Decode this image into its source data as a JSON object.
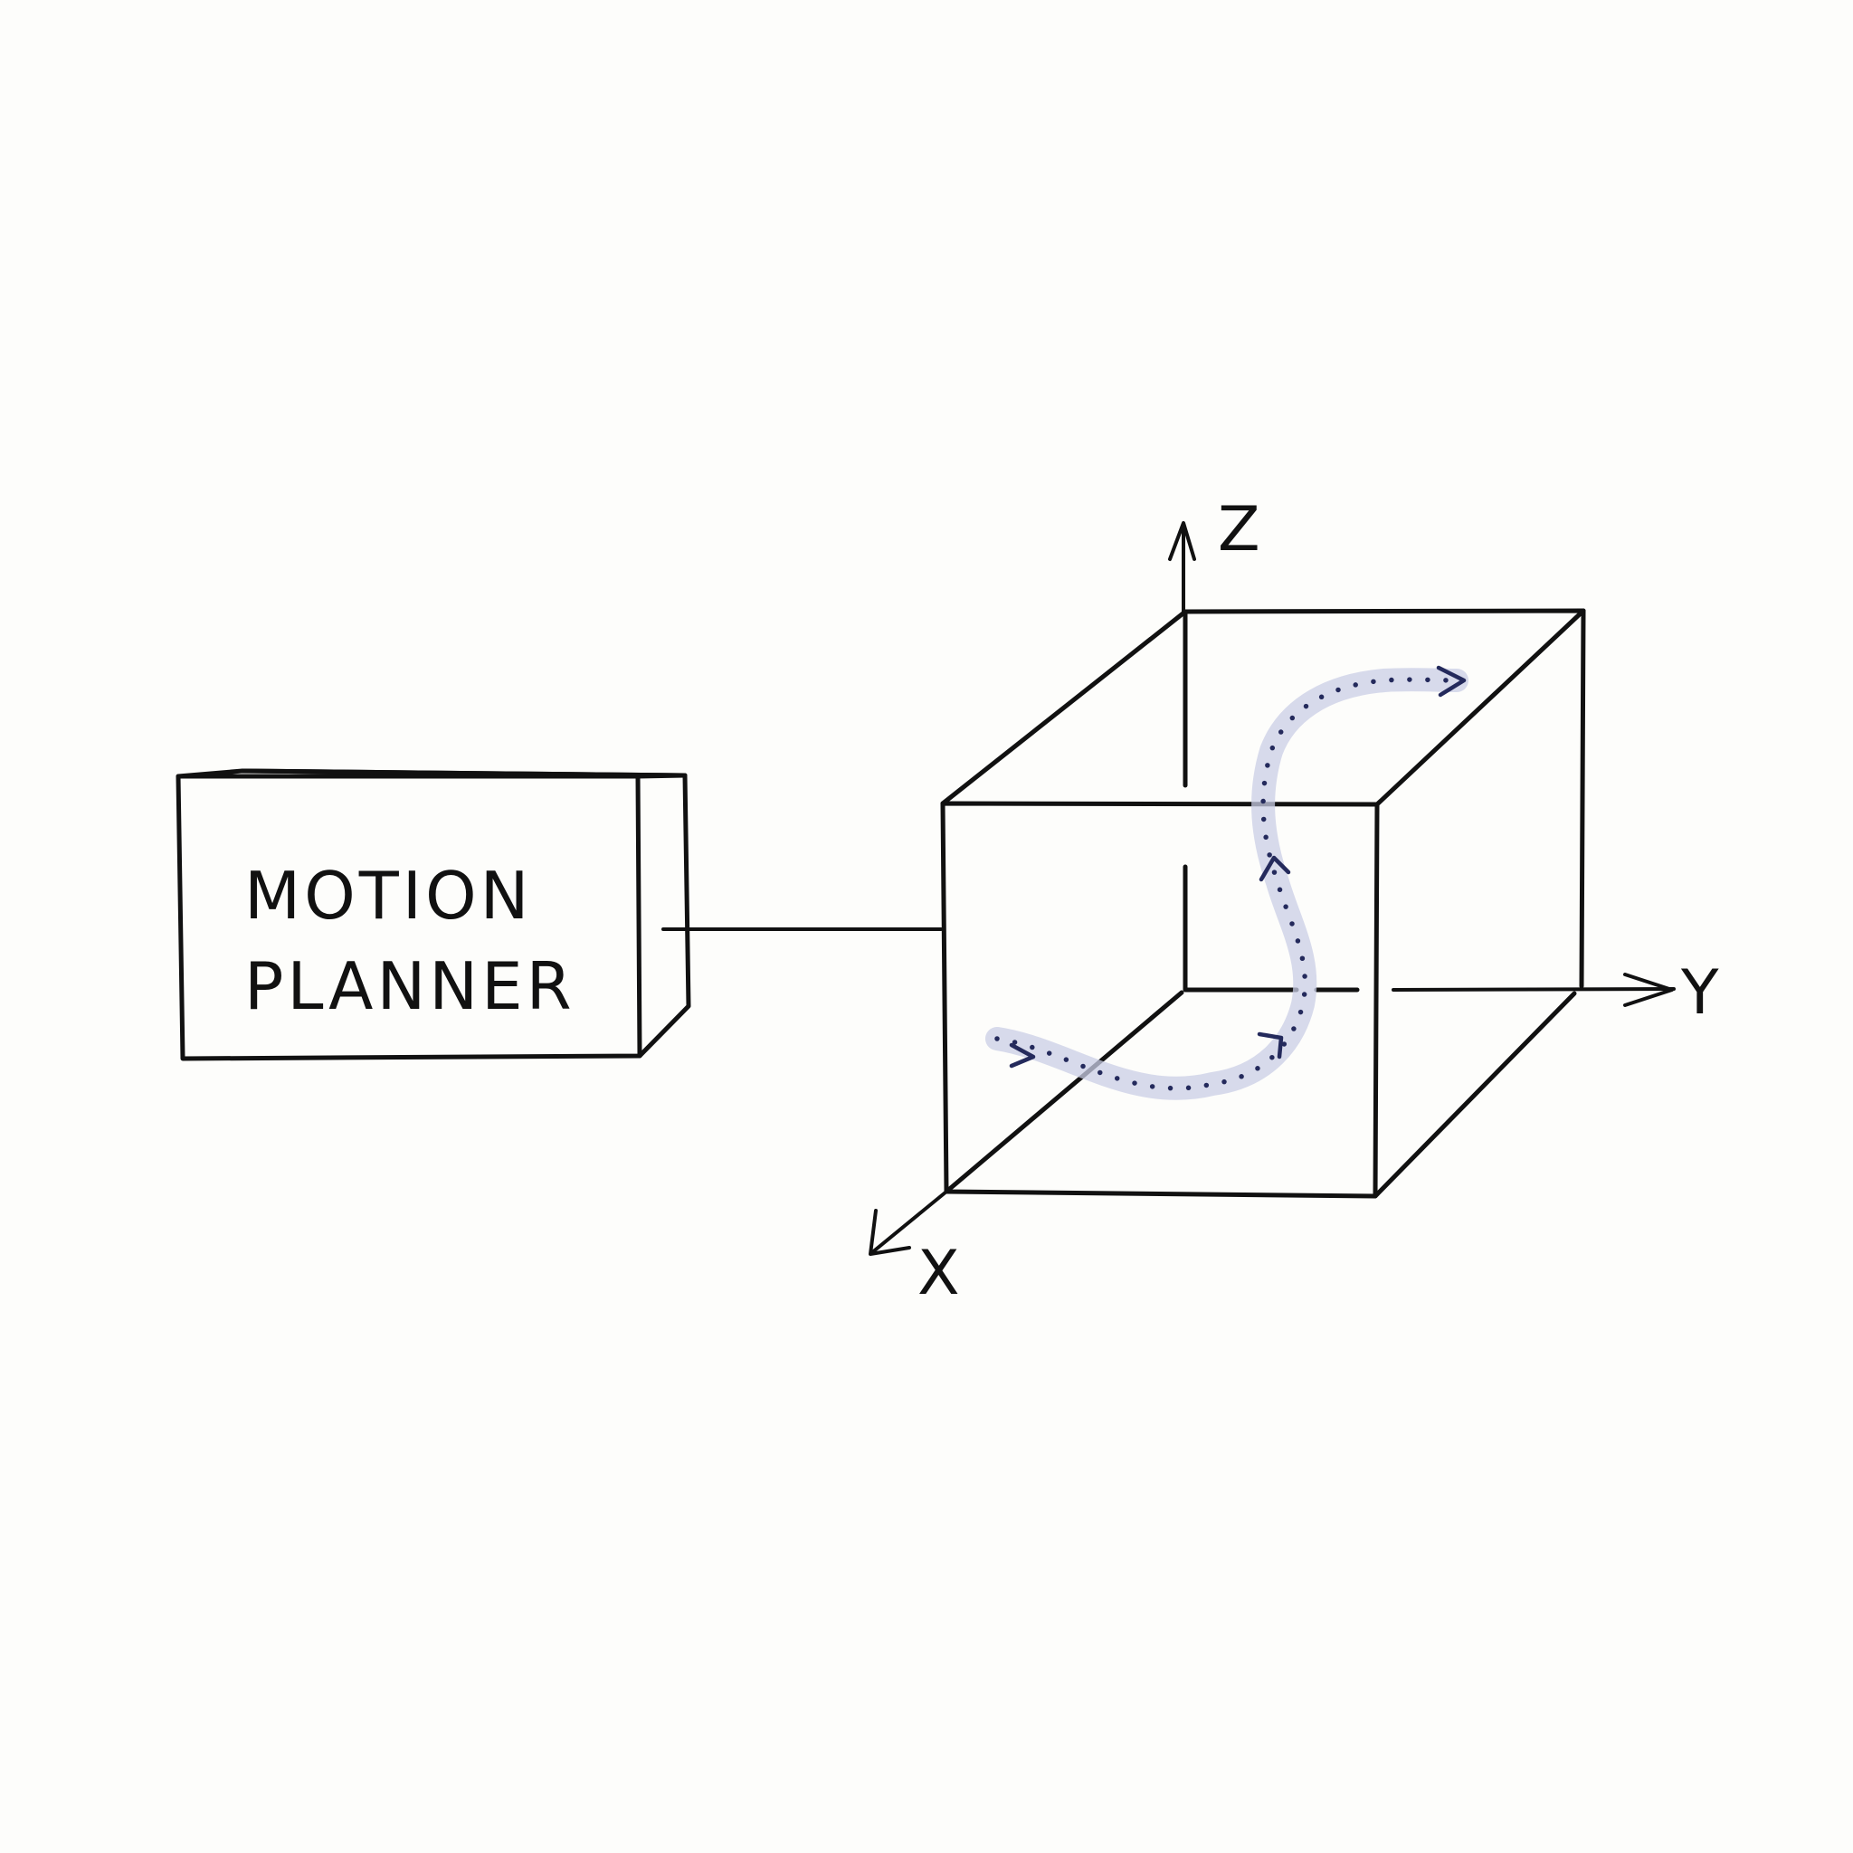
{
  "planner": {
    "line1": "MOTION",
    "line2": "PLANNER"
  },
  "axes": {
    "x": "X",
    "y": "Y",
    "z": "Z"
  },
  "colors": {
    "ink": "#111111",
    "path_dots": "#242a5c",
    "path_halo": "#c9cde6",
    "background": "#fdfdfb"
  }
}
